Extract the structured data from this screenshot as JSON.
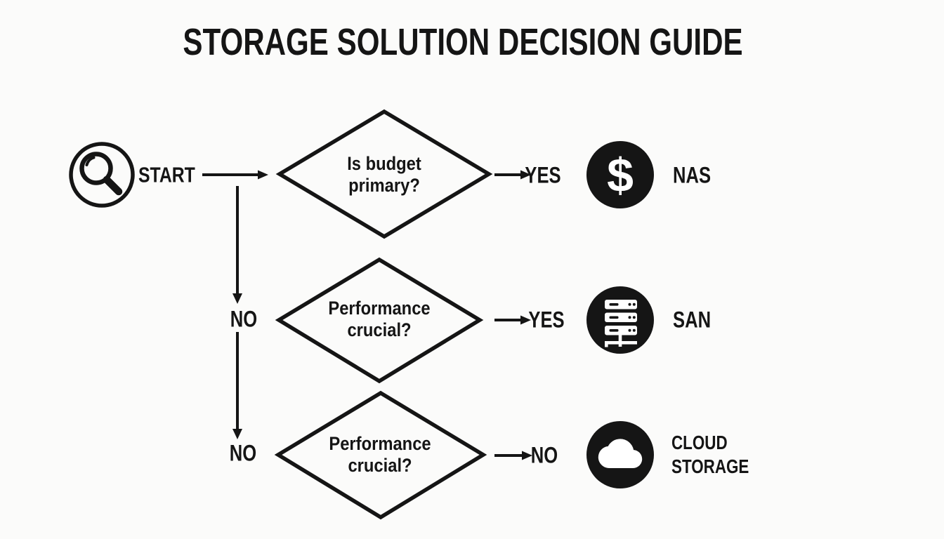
{
  "title": "STORAGE SOLUTION DECISION GUIDE",
  "flowchart": {
    "start_label": "START",
    "decisions": [
      {
        "question": "Is budget\nprimary?",
        "branch_label": "YES",
        "result": "NAS"
      },
      {
        "question": "Performance\ncrucial?",
        "branch_label": "YES",
        "result": "SAN"
      },
      {
        "question": "Performance\ncrucial?",
        "branch_label": "NO",
        "result": "CLOUD\nSTORAGE"
      }
    ],
    "no_branch_labels": [
      "NO",
      "NO"
    ]
  },
  "icons": {
    "start": "magnifier-icon",
    "nas": "dollar-icon",
    "san": "server-icon",
    "cloud": "cloud-icon",
    "dollar_glyph": "$"
  },
  "colors": {
    "ink": "#151515",
    "background": "#fbfbfa",
    "icon_badge_fill": "#151515",
    "icon_glyph_fill": "#ffffff"
  }
}
